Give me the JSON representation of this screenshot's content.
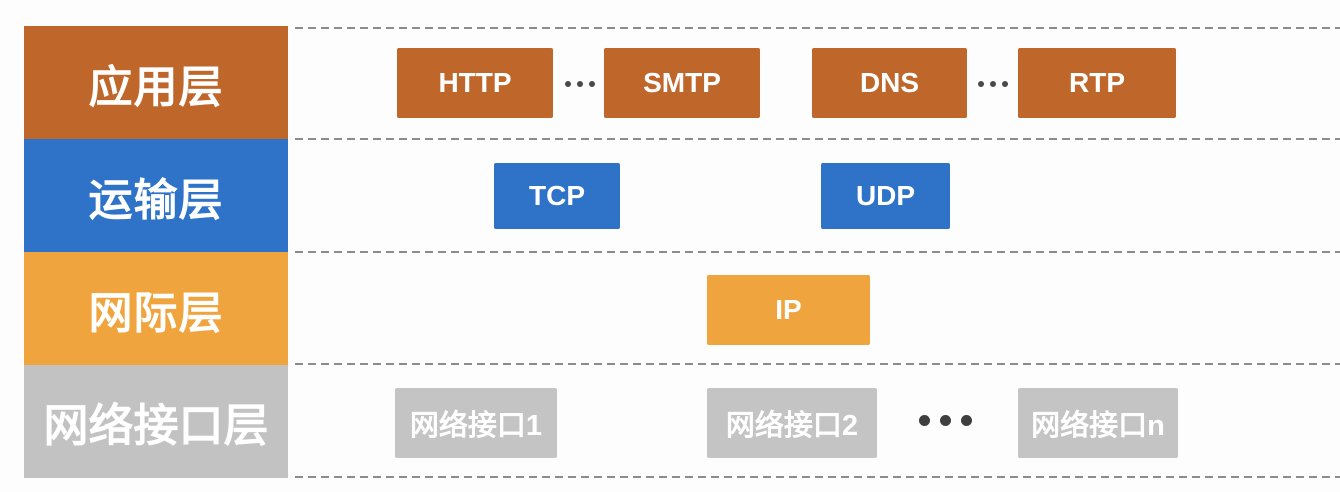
{
  "diagram": {
    "layers": [
      {
        "id": "application",
        "label": "应用层",
        "color": "#bf672b"
      },
      {
        "id": "transport",
        "label": "运输层",
        "color": "#2e73c7"
      },
      {
        "id": "internet",
        "label": "网际层",
        "color": "#f0a43e"
      },
      {
        "id": "network-interface",
        "label": "网络接口层",
        "color": "#c2c2c2"
      }
    ],
    "boxes": {
      "application": [
        "HTTP",
        "SMTP",
        "DNS",
        "RTP"
      ],
      "transport": [
        "TCP",
        "UDP"
      ],
      "internet": [
        "IP"
      ],
      "network_interface": [
        "网络接口1",
        "网络接口2",
        "网络接口n"
      ]
    },
    "icons": {
      "ellipsis": "•••"
    },
    "colors": {
      "application_box": "#bf672b",
      "transport_box": "#2e73c7",
      "internet_box": "#f0a43e",
      "network_interface_box": "#c4c4c4",
      "divider_line": "#8c8c8c",
      "ellipsis_small": "#4a4a4a",
      "ellipsis_large": "#3e3e3e",
      "box_text": "#ffffff",
      "background": "#fdfdfd"
    }
  }
}
